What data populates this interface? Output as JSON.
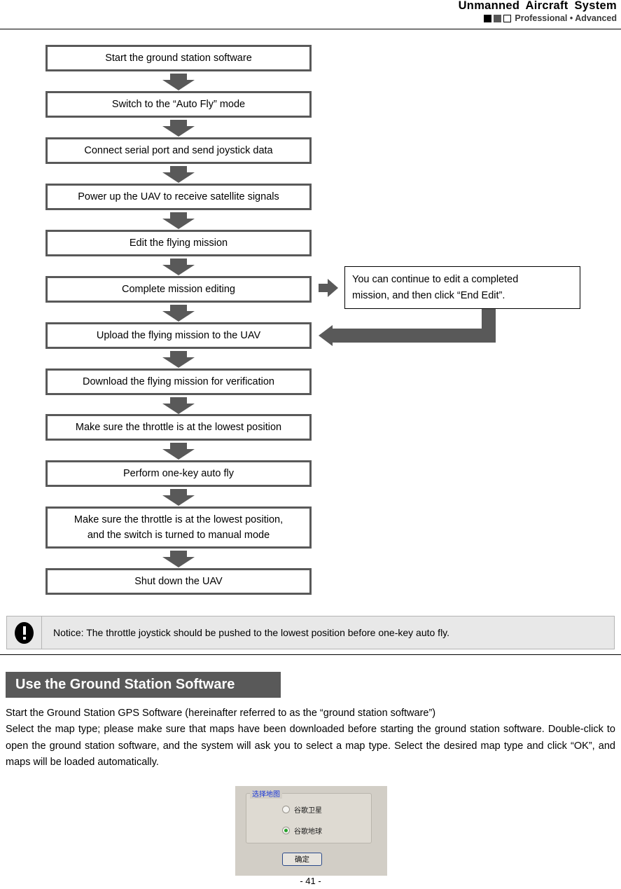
{
  "header": {
    "title": "Unmanned Aircraft System",
    "badges": [
      "square-black",
      "square-gray",
      "square-white"
    ],
    "subtitle": "Professional • Advanced"
  },
  "flowchart": {
    "steps": [
      {
        "text": "Start the ground station software"
      },
      {
        "text": "Switch to the “Auto Fly” mode"
      },
      {
        "text": "Connect serial port and send joystick data"
      },
      {
        "text": "Power up the UAV to receive satellite signals"
      },
      {
        "text": "Edit the flying mission"
      },
      {
        "text": "Complete mission editing"
      },
      {
        "text": "Upload the flying mission to the UAV"
      },
      {
        "text": "Download the flying mission for verification"
      },
      {
        "text": "Make sure the throttle is at the lowest position"
      },
      {
        "text": "Perform one-key auto fly"
      },
      {
        "line1": "Make sure the throttle is at the lowest position,",
        "line2": "and the switch is turned to manual mode"
      },
      {
        "text": "Shut down the UAV"
      }
    ],
    "note": {
      "line1": "You can continue to edit a completed",
      "line2": "mission, and then click “End Edit”."
    }
  },
  "notice": {
    "text": "Notice: The throttle joystick should be pushed to the lowest position before one-key auto fly."
  },
  "section": {
    "heading": "Use the Ground Station Software"
  },
  "body": {
    "p1": "Start the Ground Station GPS Software (hereinafter referred to as the “ground station software”)",
    "p2": "Select the map type; please make sure that maps have been downloaded before starting the ground station software. Double-click to open the ground station software, and the system will ask you to select a map type. Select the desired map type and click “OK”, and maps will be loaded automatically."
  },
  "dialog": {
    "legend": "选择地图",
    "options": [
      {
        "label": "谷歌卫星",
        "selected": false
      },
      {
        "label": "谷歌地球",
        "selected": true
      }
    ],
    "confirm_button": "确定"
  },
  "footer": {
    "page_number": "- 41 -"
  }
}
